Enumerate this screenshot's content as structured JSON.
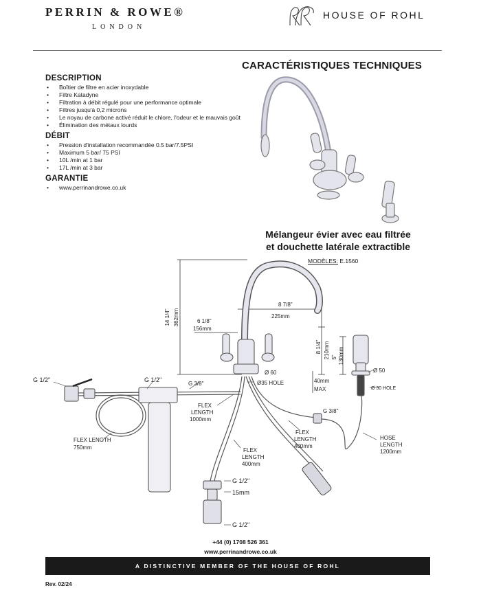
{
  "header": {
    "brand_left": "PERRIN & ROWE®",
    "brand_left_sub": "LONDON",
    "brand_right": "HOUSE OF ROHL"
  },
  "title": "CARACTÉRISTIQUES TECHNIQUES",
  "description": {
    "heading": "DESCRIPTION",
    "items": [
      "Boîtier de filtre en acier inoxydable",
      "Filtre Katadyne",
      "Filtration  à débit régulé pour une performance optimale",
      "Filtres jusqu'à 0,2 microns",
      "Le noyau de carbone activé réduit le chlore, l'odeur et le mauvais goût",
      "Élimination des métaux lourds"
    ]
  },
  "flow": {
    "heading": "DÉBIT",
    "items": [
      "Pression d'installation recommandée 0.5 bar/7.5PSI",
      "Maximum 5 bar/ 75 PSI",
      "10L /min at 1 bar",
      "17L /min at 3 bar"
    ]
  },
  "warranty": {
    "heading": "GARANTIE",
    "items": [
      "www.perrinandrowe.co.uk"
    ]
  },
  "product": {
    "title_line1": "Mélangeur évier avec eau filtrée",
    "title_line2": "et douchette latérale extractible",
    "models_label": "MODÈLES:",
    "model": "E.1560"
  },
  "dimensions": {
    "height_in": "14 1/4\"",
    "height_mm": "362mm",
    "reach_in": "8 7/8\"",
    "reach_mm": "225mm",
    "handle_in": "6 1/8\"",
    "handle_mm": "156mm",
    "spout_in": "8 1/4\"",
    "spout_mm": "210mm",
    "spray_in": "5\"",
    "spray_mm": "130mm",
    "base_dia": "Ø 60",
    "hole": "Ø35 HOLE",
    "deck_max_a": "40mm",
    "deck_max_b": "MAX",
    "spray_dia": "Ø 50",
    "spray_hole": "Ø 30 HOLE",
    "g_half_left": "G 1/2\"",
    "g_half_mid": "G 1/2\"",
    "g_three_eighth": "G 3/8\"",
    "flex_1000_a": "FLEX",
    "flex_1000_b": "LENGTH",
    "flex_1000_c": "1000mm",
    "flex_750_a": "FLEX LENGTH",
    "flex_750_b": "750mm",
    "flex_400a_a": "FLEX",
    "flex_400a_b": "LENGTH",
    "flex_400a_c": "400mm",
    "flex_400b_a": "FLEX",
    "flex_400b_b": "LENGTH",
    "flex_400b_c": "400mm",
    "g_three_eighth_hose": "G 3/8\"",
    "hose_a": "HOSE",
    "hose_b": "LENGTH",
    "hose_c": "1200mm",
    "valve_g_top": "G 1/2\"",
    "valve_15": "15mm",
    "valve_g_bottom": "G 1/2\""
  },
  "contact": {
    "phone": "+44 (0) 1708 526 361",
    "website": "www.perrinandrowe.co.uk"
  },
  "footer": {
    "tagline": "A DISTINCTIVE MEMBER OF THE HOUSE OF ROHL",
    "revision": "Rev. 02/24"
  }
}
